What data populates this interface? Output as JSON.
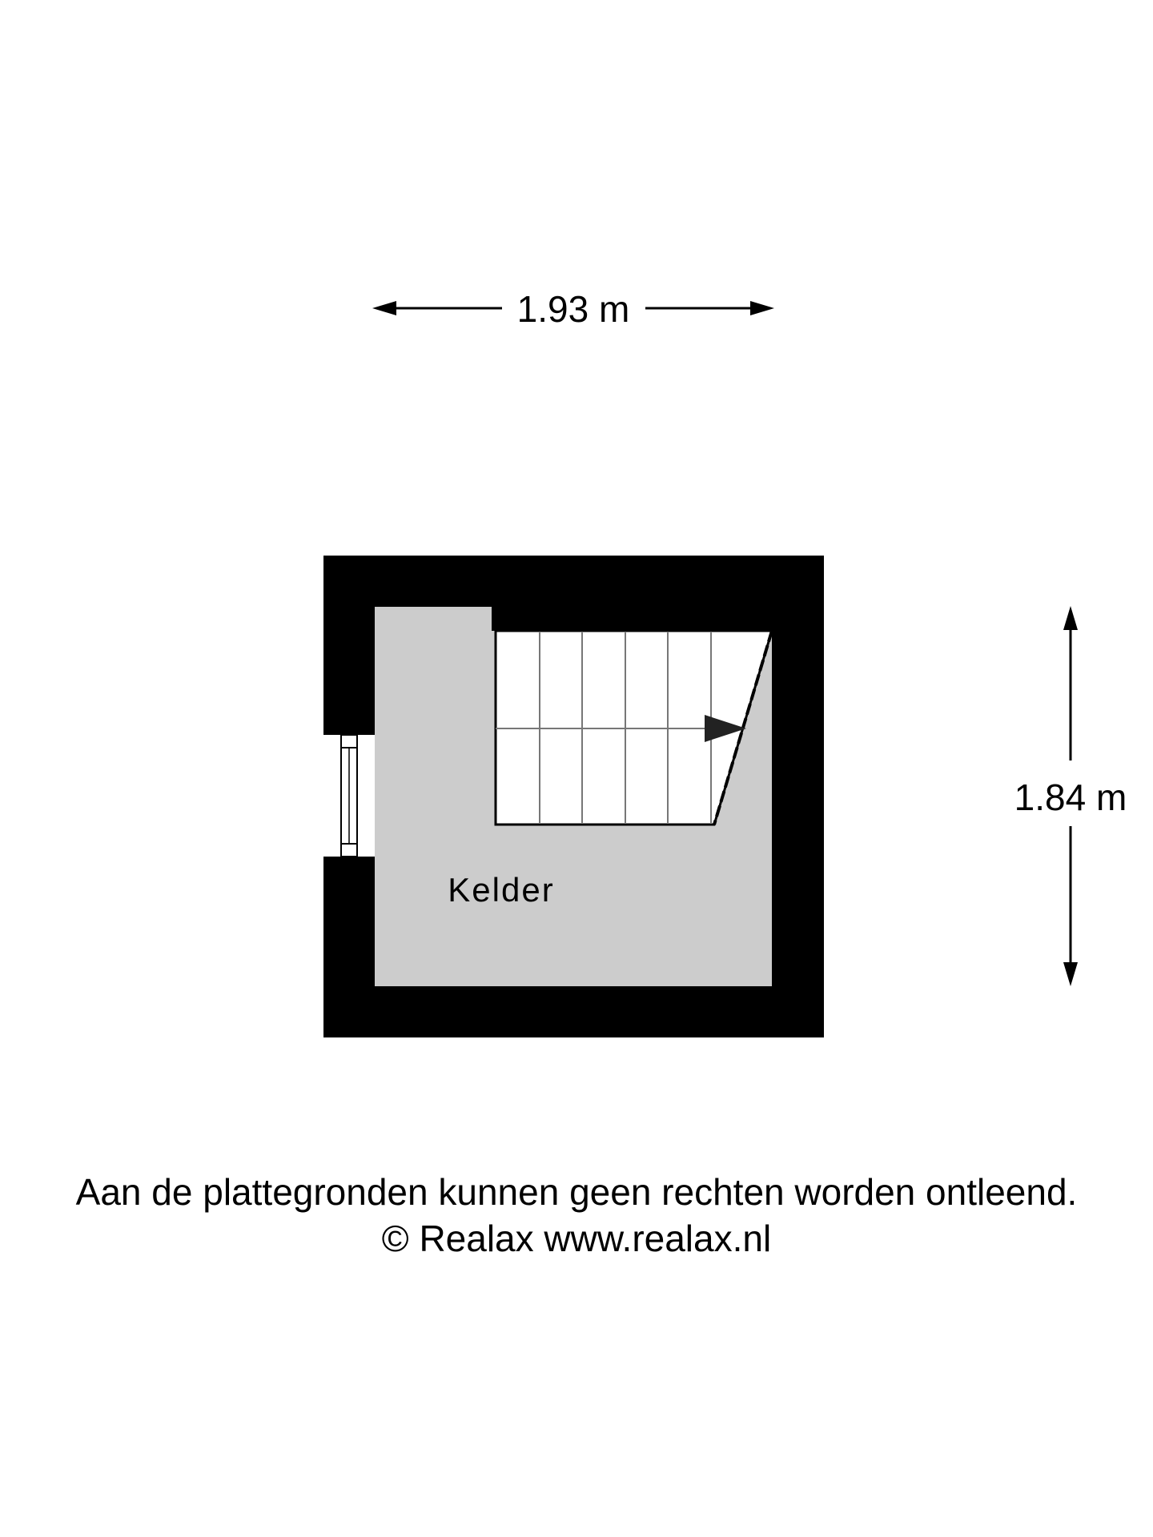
{
  "dimensions": {
    "width_label": "1.93 m",
    "height_label": "1.84 m"
  },
  "room": {
    "label": "Kelder"
  },
  "footer": {
    "disclaimer": "Aan de plattegronden kunnen geen rechten worden ontleend.",
    "copyright": "© Realax www.realax.nl"
  },
  "colors": {
    "wall": "#000000",
    "floor": "#cccccc",
    "stair": "#ffffff"
  }
}
